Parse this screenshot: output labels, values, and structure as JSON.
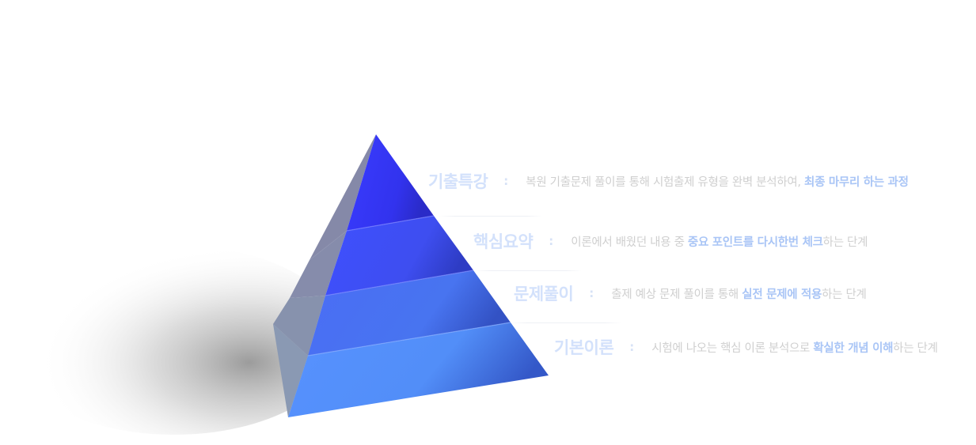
{
  "colors": {
    "title": "#d3e1fb",
    "description": "#cfcfcf",
    "highlight": "#a9c5f6",
    "layer_top": "#3333f0",
    "layer_2": "#3f4ff2",
    "layer_3": "#4a72ee",
    "layer_bottom": "#5592fb",
    "side_face": "#8a92ad"
  },
  "levels": [
    {
      "title": "기출특강",
      "colon": ":",
      "desc_before": "복원 기출문제 풀이를 통해 시험출제 유형을 완벽 분석하여, ",
      "desc_highlight": "최종 마무리 하는 과정",
      "desc_after": ""
    },
    {
      "title": "핵심요약",
      "colon": ":",
      "desc_before": "이론에서 배웠던 내용 중 ",
      "desc_highlight": "중요 포인트를 다시한번 체크",
      "desc_after": "하는 단계"
    },
    {
      "title": "문제풀이",
      "colon": ":",
      "desc_before": "출제 예상 문제 풀이를 통해 ",
      "desc_highlight": "실전 문제에 적용",
      "desc_after": "하는 단계"
    },
    {
      "title": "기본이론",
      "colon": ":",
      "desc_before": "시험에 나오는 핵심 이론 분석으로 ",
      "desc_highlight": "확실한 개념 이해",
      "desc_after": "하는 단계"
    }
  ]
}
